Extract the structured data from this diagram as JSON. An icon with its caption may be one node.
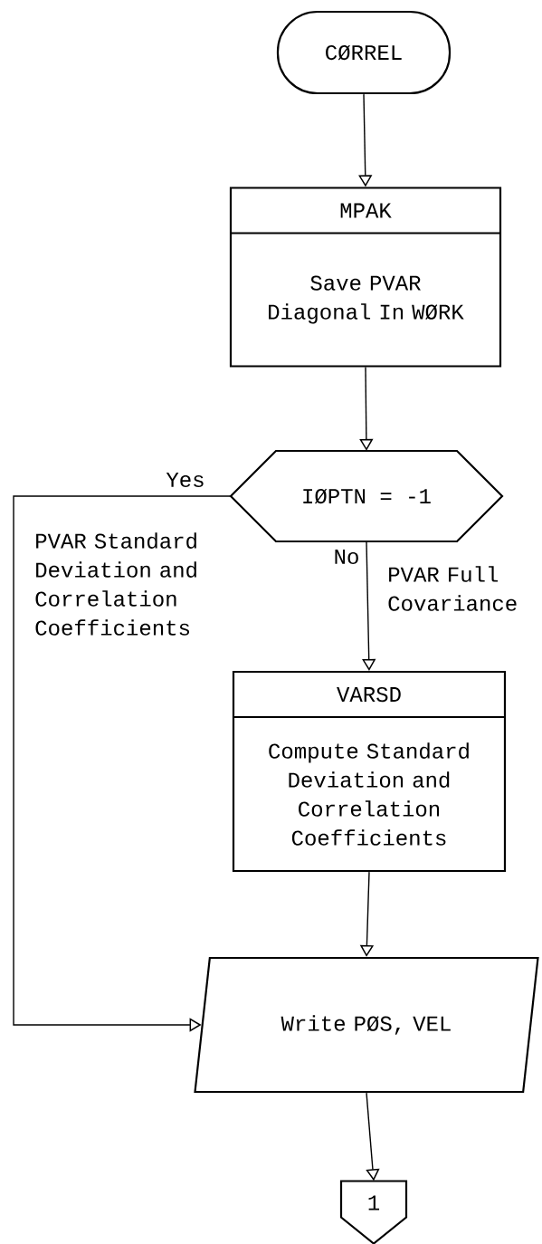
{
  "diagram": {
    "nodes": [
      {
        "text": [
          "CØRREL"
        ]
      },
      {
        "text": [
          "MPAK",
          "Save PVAR Diagonal In WØRK"
        ]
      },
      {
        "text": [
          "IØPTN = -1"
        ]
      },
      {
        "text": [
          "VARSD",
          "Compute Standard Deviation and Correlation Coefficients"
        ]
      },
      {
        "text": [
          "Write PØS, VEL"
        ]
      },
      {
        "text": [
          "1"
        ]
      }
    ],
    "edges": [
      {
        "from": 0,
        "to": 1,
        "arrow": "to"
      },
      {
        "from": 1,
        "to": 2,
        "arrow": "to"
      },
      {
        "from": 2,
        "to": 4,
        "arrow": "to",
        "label": "Yes"
      },
      {
        "from": 2,
        "to": 3,
        "arrow": "to",
        "label": "No"
      },
      {
        "from": 3,
        "to": 4,
        "arrow": "to"
      },
      {
        "from": 4,
        "to": 5,
        "arrow": "to"
      }
    ],
    "labels": [
      "PVAR Standard Deviation and Correlation Coefficients",
      "PVAR Full Covariance"
    ]
  }
}
